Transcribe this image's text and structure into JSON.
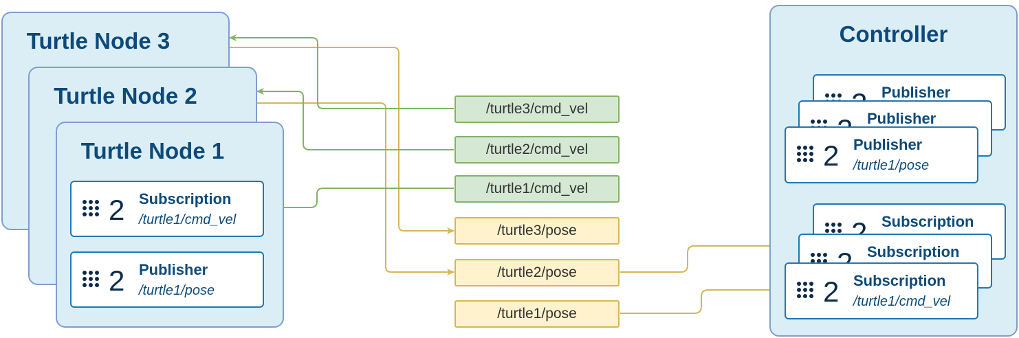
{
  "turtle_nodes": [
    {
      "title": "Turtle Node 3"
    },
    {
      "title": "Turtle Node 2"
    },
    {
      "title": "Turtle Node 1"
    }
  ],
  "node1_cards": {
    "subscription": {
      "count": "2",
      "role": "Subscription",
      "topic": "/turtle1/cmd_vel"
    },
    "publisher": {
      "count": "2",
      "role": "Publisher",
      "topic": "/turtle1/pose"
    }
  },
  "topics": {
    "turtle3_cmd_vel": "/turtle3/cmd_vel",
    "turtle2_cmd_vel": "/turtle2/cmd_vel",
    "turtle1_cmd_vel": "/turtle1/cmd_vel",
    "turtle3_pose": "/turtle3/pose",
    "turtle2_pose": "/turtle2/pose",
    "turtle1_pose": "/turtle1/pose"
  },
  "controller": {
    "title": "Controller",
    "publishers": [
      {
        "count": "2",
        "role": "Publisher",
        "topic": ""
      },
      {
        "count": "2",
        "role": "Publisher",
        "topic": ""
      },
      {
        "count": "2",
        "role": "Publisher",
        "topic": "/turtle1/pose"
      }
    ],
    "subscriptions": [
      {
        "count": "2",
        "role": "Subscription",
        "topic": ""
      },
      {
        "count": "2",
        "role": "Subscription",
        "topic": ""
      },
      {
        "count": "2",
        "role": "Subscription",
        "topic": "/turtle1/cmd_vel"
      }
    ]
  },
  "colors": {
    "vel_line": "#82b366",
    "pose_line": "#d6b656",
    "node_fill": "#dbeef6",
    "node_border": "#7f9ecf",
    "card_border": "#1f78b4",
    "title_text": "#0d4a7a"
  }
}
